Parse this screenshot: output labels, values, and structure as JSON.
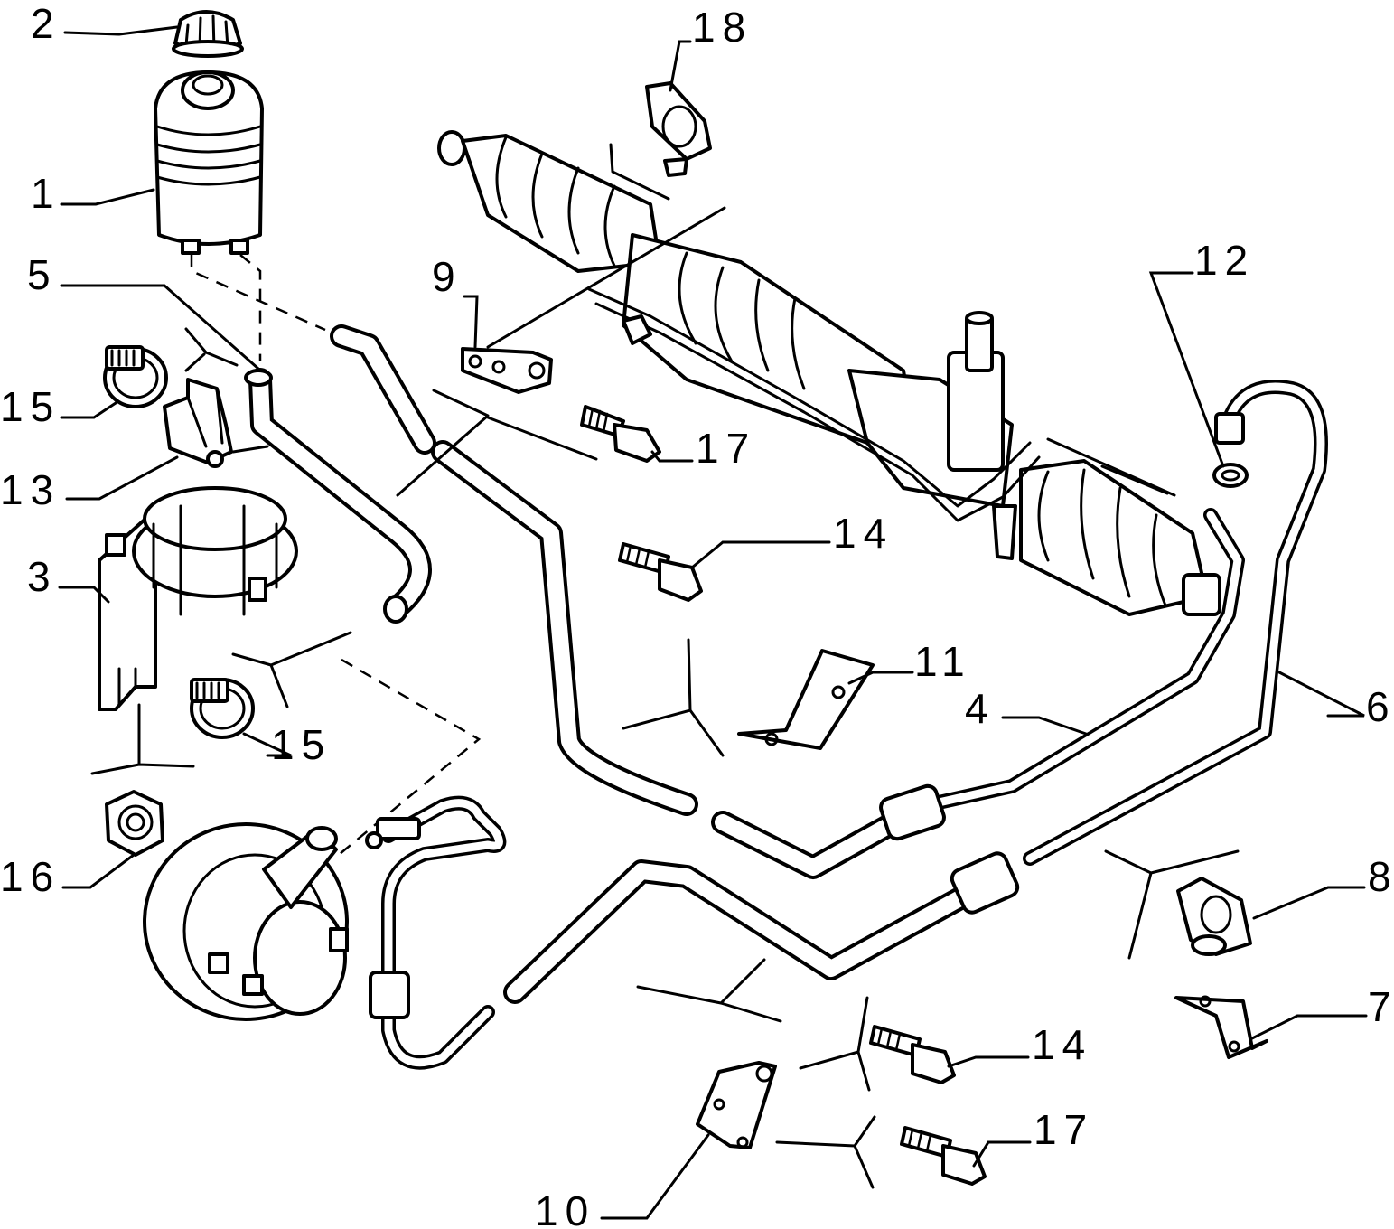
{
  "callouts": [
    {
      "id": "c1",
      "text": "1"
    },
    {
      "id": "c2",
      "text": "2"
    },
    {
      "id": "c3",
      "text": "3"
    },
    {
      "id": "c4",
      "text": "4"
    },
    {
      "id": "c5",
      "text": "5"
    },
    {
      "id": "c6",
      "text": "6"
    },
    {
      "id": "c7",
      "text": "7"
    },
    {
      "id": "c8",
      "text": "8"
    },
    {
      "id": "c9",
      "text": "9"
    },
    {
      "id": "c10",
      "text": "10"
    },
    {
      "id": "c11",
      "text": "11"
    },
    {
      "id": "c12",
      "text": "12"
    },
    {
      "id": "c13",
      "text": "13"
    },
    {
      "id": "c14a",
      "text": "14"
    },
    {
      "id": "c14b",
      "text": "14"
    },
    {
      "id": "c15a",
      "text": "15"
    },
    {
      "id": "c15b",
      "text": "15"
    },
    {
      "id": "c16",
      "text": "16"
    },
    {
      "id": "c17a",
      "text": "17"
    },
    {
      "id": "c17b",
      "text": "17"
    },
    {
      "id": "c18",
      "text": "18"
    }
  ]
}
